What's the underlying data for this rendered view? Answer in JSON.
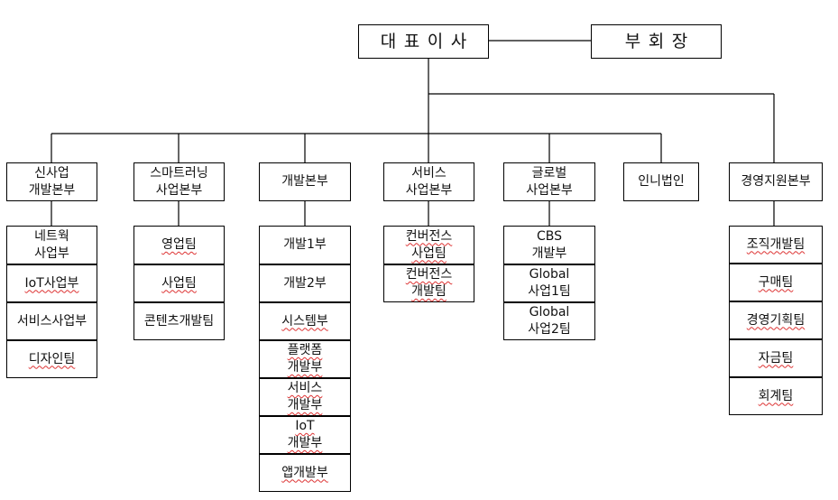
{
  "top": {
    "ceo": "대표이사",
    "vice_chairman": "부회장"
  },
  "divisions": [
    {
      "name": "신사업\n개발본부",
      "units": [
        "네트웍\n사업부",
        "IoT사업부",
        "서비스사업부",
        "디자인팀"
      ]
    },
    {
      "name": "스마트러닝\n사업본부",
      "units": [
        "영업팀",
        "사업팀",
        "콘텐츠개발팀"
      ]
    },
    {
      "name": "개발본부",
      "units": [
        "개발1부",
        "개발2부",
        "시스템부",
        "플랫폼\n개발부",
        "서비스\n개발부",
        "IoT\n개발부",
        "앱개발부"
      ]
    },
    {
      "name": "서비스\n사업본부",
      "units": [
        "컨버전스\n사업팀",
        "컨버전스\n개발팀"
      ]
    },
    {
      "name": "글로벌\n사업본부",
      "units": [
        "CBS\n개발부",
        "Global\n사업1팀",
        "Global\n사업2팀"
      ]
    },
    {
      "name": "인니법인",
      "units": []
    },
    {
      "name": "경영지원본부",
      "units": [
        "조직개발팀",
        "구매팀",
        "경영기획팀",
        "자금팀",
        "회계팀"
      ]
    }
  ]
}
